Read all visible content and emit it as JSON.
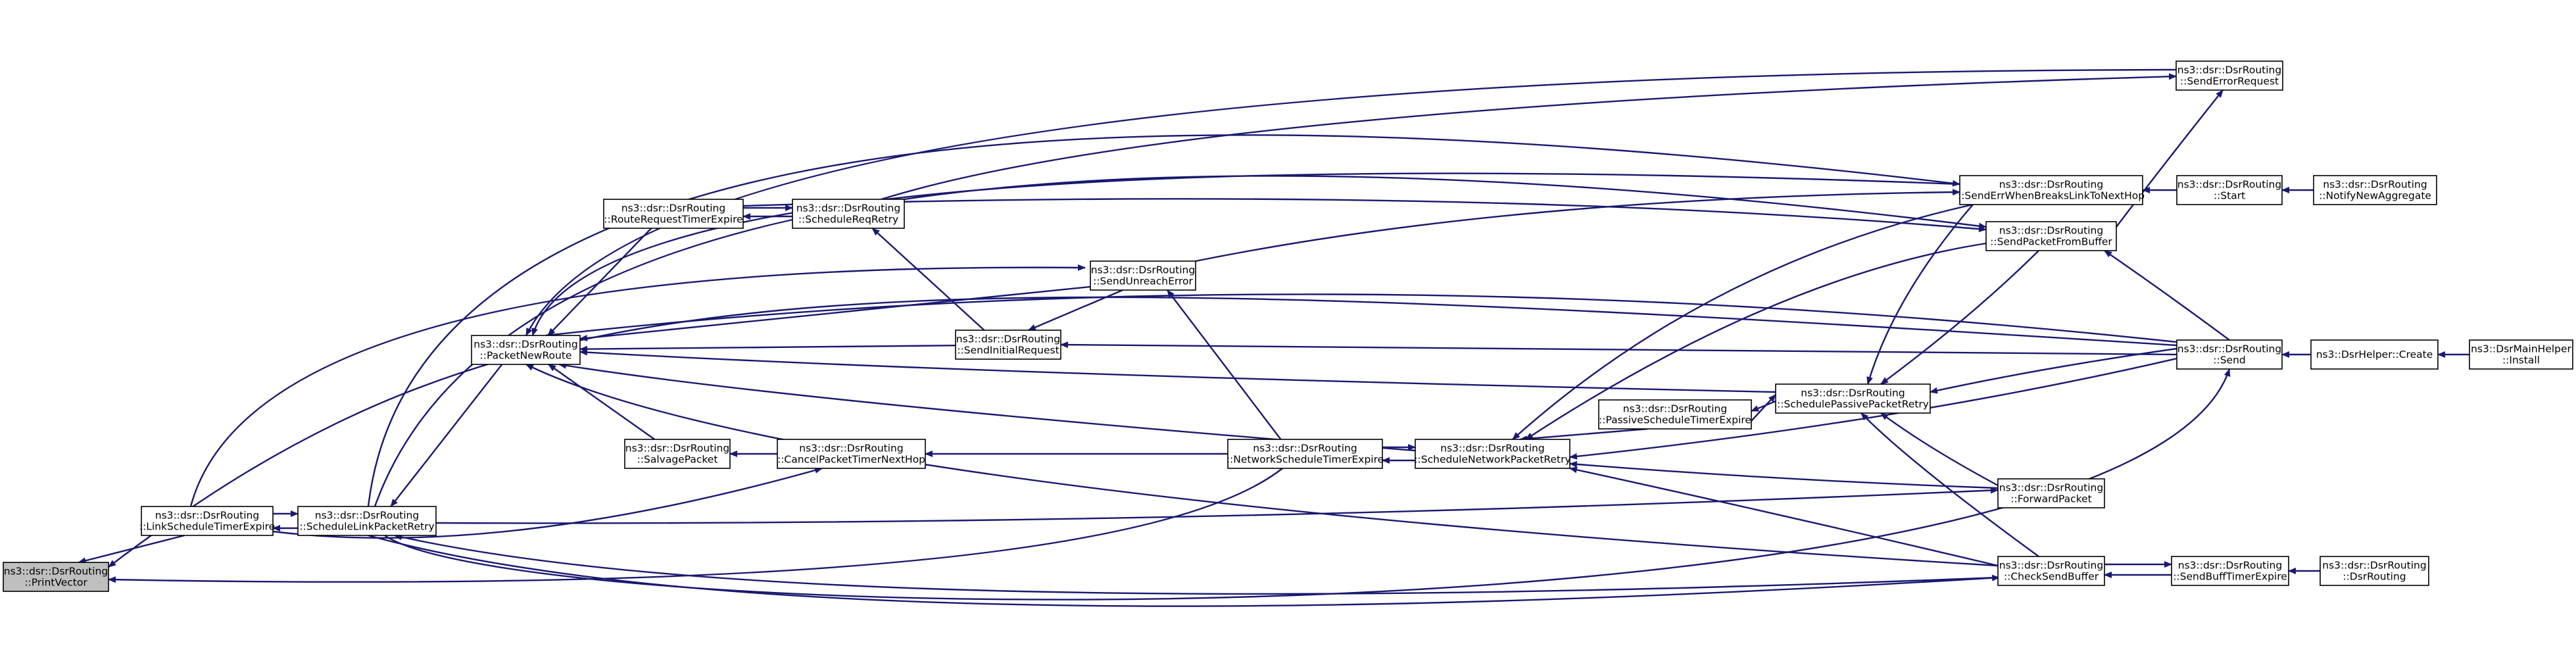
{
  "graph": {
    "colors": {
      "edge": "#191970",
      "node_border": "#000000",
      "root_fill": "#bfbfbf",
      "node_fill": "#ffffff"
    },
    "nodes": [
      {
        "id": "printvector",
        "lines": [
          "ns3::dsr::DsrRouting",
          "::PrintVector"
        ],
        "root": true
      },
      {
        "id": "linkscheduletimerexpire",
        "lines": [
          "ns3::dsr::DsrRouting",
          "::LinkScheduleTimerExpire"
        ]
      },
      {
        "id": "schedulelinkpacketretry",
        "lines": [
          "ns3::dsr::DsrRouting",
          "::ScheduleLinkPacketRetry"
        ]
      },
      {
        "id": "packetnewroute",
        "lines": [
          "ns3::dsr::DsrRouting",
          "::PacketNewRoute"
        ]
      },
      {
        "id": "routerequesttimerexpire",
        "lines": [
          "ns3::dsr::DsrRouting",
          "::RouteRequestTimerExpire"
        ]
      },
      {
        "id": "salvagepacket",
        "lines": [
          "ns3::dsr::DsrRouting",
          "::SalvagePacket"
        ]
      },
      {
        "id": "schedulereqretry",
        "lines": [
          "ns3::dsr::DsrRouting",
          "::ScheduleReqRetry"
        ]
      },
      {
        "id": "cancelpackettimernexthop",
        "lines": [
          "ns3::dsr::DsrRouting",
          "::CancelPacketTimerNextHop"
        ]
      },
      {
        "id": "sendinitialrequest",
        "lines": [
          "ns3::dsr::DsrRouting",
          "::SendInitialRequest"
        ]
      },
      {
        "id": "sendunreacherror",
        "lines": [
          "ns3::dsr::DsrRouting",
          "::SendUnreachError"
        ]
      },
      {
        "id": "networkscheduletimerexpire",
        "lines": [
          "ns3::dsr::DsrRouting",
          "::NetworkScheduleTimerExpire"
        ]
      },
      {
        "id": "schedulenetworkpacketretry",
        "lines": [
          "ns3::dsr::DsrRouting",
          "::ScheduleNetworkPacketRetry"
        ]
      },
      {
        "id": "passivescheduletimerexpire",
        "lines": [
          "ns3::dsr::DsrRouting",
          "::PassiveScheduleTimerExpire"
        ]
      },
      {
        "id": "schedulepassivepacketretry",
        "lines": [
          "ns3::dsr::DsrRouting",
          "::SchedulePassivePacketRetry"
        ]
      },
      {
        "id": "senderrwhenbreakslinktonexthop",
        "lines": [
          "ns3::dsr::DsrRouting",
          "::SendErrWhenBreaksLinkToNextHop"
        ]
      },
      {
        "id": "sendpacketfrombuffer",
        "lines": [
          "ns3::dsr::DsrRouting",
          "::SendPacketFromBuffer"
        ]
      },
      {
        "id": "forwardpacket",
        "lines": [
          "ns3::dsr::DsrRouting",
          "::ForwardPacket"
        ]
      },
      {
        "id": "checksendbuffer",
        "lines": [
          "ns3::dsr::DsrRouting",
          "::CheckSendBuffer"
        ]
      },
      {
        "id": "senderrorrequest",
        "lines": [
          "ns3::dsr::DsrRouting",
          "::SendErrorRequest"
        ]
      },
      {
        "id": "start",
        "lines": [
          "ns3::dsr::DsrRouting",
          "::Start"
        ]
      },
      {
        "id": "send",
        "lines": [
          "ns3::dsr::DsrRouting",
          "::Send"
        ]
      },
      {
        "id": "sendbufftimerexpire",
        "lines": [
          "ns3::dsr::DsrRouting",
          "::SendBuffTimerExpire"
        ]
      },
      {
        "id": "notifynewaggregate",
        "lines": [
          "ns3::dsr::DsrRouting",
          "::NotifyNewAggregate"
        ]
      },
      {
        "id": "dsrhelpercreate",
        "lines": [
          "ns3::DsrHelper::Create"
        ]
      },
      {
        "id": "dsrrouting",
        "lines": [
          "ns3::dsr::DsrRouting",
          "::DsrRouting"
        ]
      },
      {
        "id": "dsrmainhelperinstall",
        "lines": [
          "ns3::DsrMainHelper",
          "::Install"
        ]
      }
    ],
    "edges": [
      {
        "from": "linkscheduletimerexpire",
        "to": "printvector"
      },
      {
        "from": "schedulelinkpacketretry",
        "to": "linkscheduletimerexpire"
      },
      {
        "from": "linkscheduletimerexpire",
        "to": "schedulelinkpacketretry"
      },
      {
        "from": "linkscheduletimerexpire",
        "to": "sendunreacherror"
      },
      {
        "from": "linkscheduletimerexpire",
        "to": "cancelpackettimernexthop"
      },
      {
        "from": "packetnewroute",
        "to": "schedulelinkpacketretry"
      },
      {
        "from": "schedulelinkpacketretry",
        "to": "senderrwhenbreakslinktonexthop"
      },
      {
        "from": "schedulelinkpacketretry",
        "to": "sendpacketfrombuffer"
      },
      {
        "from": "schedulelinkpacketretry",
        "to": "forwardpacket"
      },
      {
        "from": "schedulelinkpacketretry",
        "to": "checksendbuffer"
      },
      {
        "from": "schedulelinkpacketretry",
        "to": "send"
      },
      {
        "from": "routerequesttimerexpire",
        "to": "packetnewroute"
      },
      {
        "from": "salvagepacket",
        "to": "packetnewroute"
      },
      {
        "from": "sendinitialrequest",
        "to": "packetnewroute"
      },
      {
        "from": "sendunreacherror",
        "to": "packetnewroute"
      },
      {
        "from": "schedulenetworkpacketretry",
        "to": "packetnewroute"
      },
      {
        "from": "schedulepassivepacketretry",
        "to": "packetnewroute"
      },
      {
        "from": "checksendbuffer",
        "to": "packetnewroute"
      },
      {
        "from": "senderrorrequest",
        "to": "packetnewroute"
      },
      {
        "from": "send",
        "to": "packetnewroute"
      },
      {
        "from": "senderrwhenbreakslinktonexthop",
        "to": "packetnewroute"
      },
      {
        "from": "schedulereqretry",
        "to": "routerequesttimerexpire"
      },
      {
        "from": "routerequesttimerexpire",
        "to": "schedulereqretry"
      },
      {
        "from": "routerequesttimerexpire",
        "to": "sendpacketfrombuffer"
      },
      {
        "from": "cancelpackettimernexthop",
        "to": "salvagepacket"
      },
      {
        "from": "networkscheduletimerexpire",
        "to": "cancelpackettimernexthop"
      },
      {
        "from": "sendinitialrequest",
        "to": "schedulereqretry"
      },
      {
        "from": "schedulereqretry",
        "to": "senderrorrequest"
      },
      {
        "from": "sendunreacherror",
        "to": "sendinitialrequest"
      },
      {
        "from": "send",
        "to": "sendinitialrequest"
      },
      {
        "from": "networkscheduletimerexpire",
        "to": "sendunreacherror"
      },
      {
        "from": "sendunreacherror",
        "to": "senderrwhenbreakslinktonexthop"
      },
      {
        "from": "networkscheduletimerexpire",
        "to": "printvector"
      },
      {
        "from": "schedulenetworkpacketretry",
        "to": "networkscheduletimerexpire"
      },
      {
        "from": "networkscheduletimerexpire",
        "to": "schedulenetworkpacketretry"
      },
      {
        "from": "passivescheduletimerexpire",
        "to": "schedulenetworkpacketretry"
      },
      {
        "from": "senderrwhenbreakslinktonexthop",
        "to": "schedulenetworkpacketretry"
      },
      {
        "from": "sendpacketfrombuffer",
        "to": "schedulenetworkpacketretry"
      },
      {
        "from": "forwardpacket",
        "to": "schedulenetworkpacketretry"
      },
      {
        "from": "checksendbuffer",
        "to": "schedulenetworkpacketretry"
      },
      {
        "from": "send",
        "to": "schedulenetworkpacketretry"
      },
      {
        "from": "schedulepassivepacketretry",
        "to": "passivescheduletimerexpire"
      },
      {
        "from": "passivescheduletimerexpire",
        "to": "schedulepassivepacketretry"
      },
      {
        "from": "senderrwhenbreakslinktonexthop",
        "to": "schedulepassivepacketretry"
      },
      {
        "from": "sendpacketfrombuffer",
        "to": "schedulepassivepacketretry"
      },
      {
        "from": "forwardpacket",
        "to": "schedulepassivepacketretry"
      },
      {
        "from": "checksendbuffer",
        "to": "schedulepassivepacketretry"
      },
      {
        "from": "send",
        "to": "schedulepassivepacketretry"
      },
      {
        "from": "start",
        "to": "senderrwhenbreakslinktonexthop"
      },
      {
        "from": "sendpacketfrombuffer",
        "to": "senderrorrequest"
      },
      {
        "from": "send",
        "to": "sendpacketfrombuffer"
      },
      {
        "from": "sendbufftimerexpire",
        "to": "checksendbuffer"
      },
      {
        "from": "checksendbuffer",
        "to": "sendbufftimerexpire"
      },
      {
        "from": "send",
        "to": "printvector"
      },
      {
        "from": "checksendbuffer",
        "to": "schedulelinkpacketretry"
      },
      {
        "from": "notifynewaggregate",
        "to": "start"
      },
      {
        "from": "dsrhelpercreate",
        "to": "send"
      },
      {
        "from": "dsrmainhelperinstall",
        "to": "dsrhelpercreate"
      },
      {
        "from": "dsrrouting",
        "to": "sendbufftimerexpire"
      }
    ]
  }
}
